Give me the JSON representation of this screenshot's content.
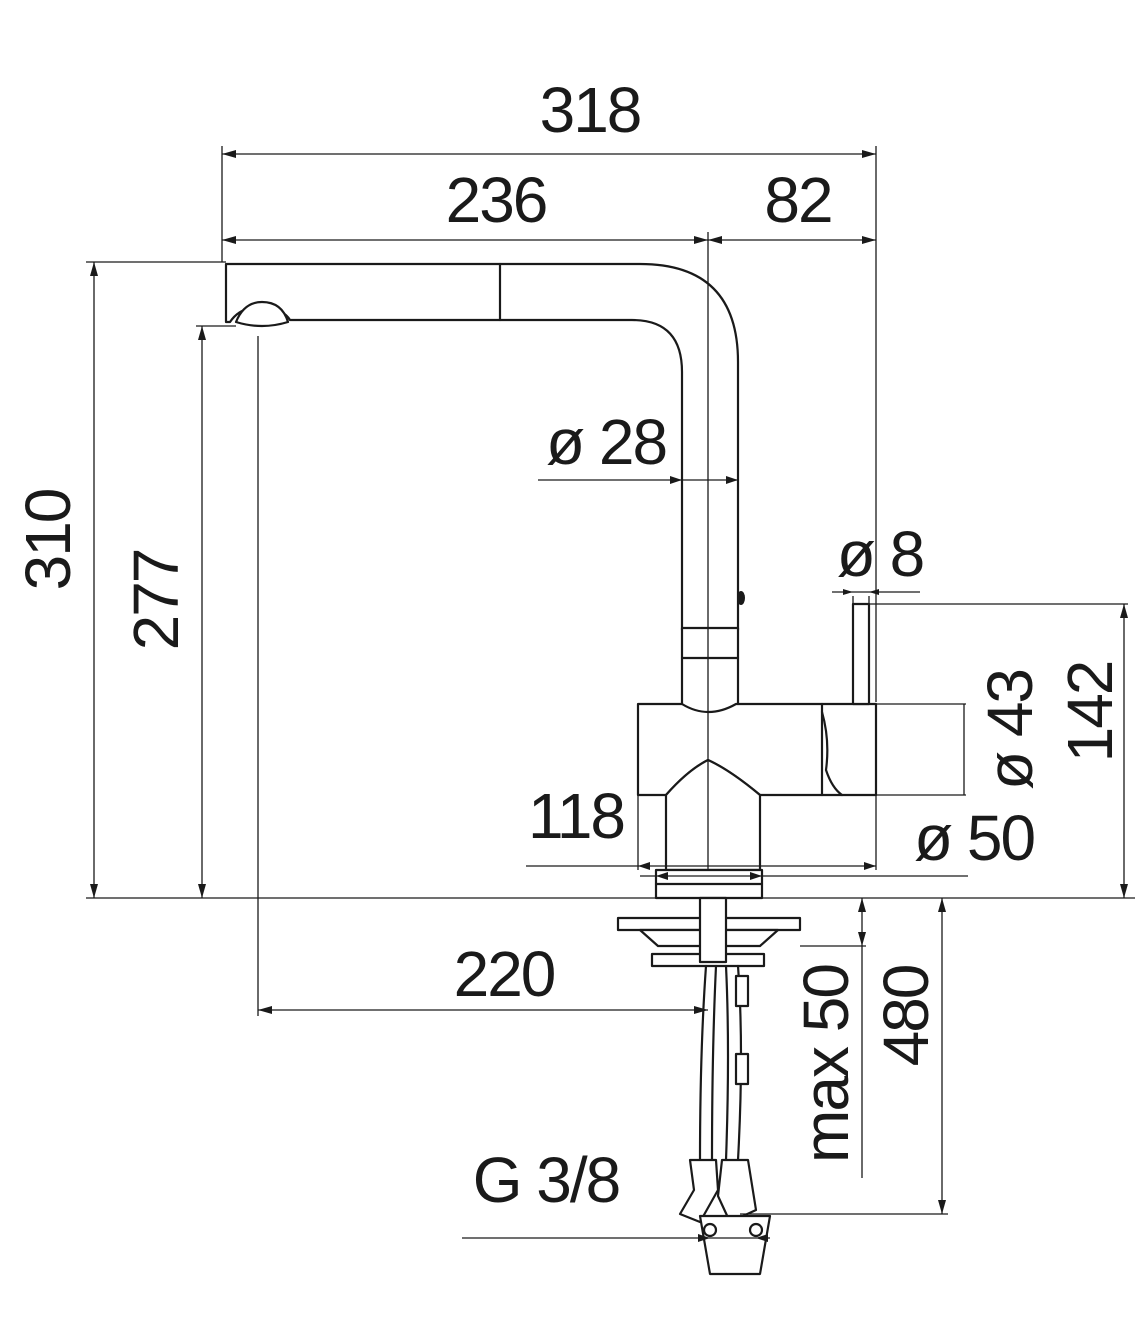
{
  "dimensions": {
    "overall_width": "318",
    "spout_reach": "236",
    "body_offset": "82",
    "tube_diameter": "ø 28",
    "lever_diameter": "ø 8",
    "total_height": "310",
    "outlet_height": "277",
    "lever_height": "142",
    "body_diameter": "ø 43",
    "base_diameter": "ø 50",
    "base_width": "118",
    "hole_distance": "220",
    "max_thickness": "max 50",
    "hose_length": "480",
    "connection": "G 3/8"
  },
  "colors": {
    "line": "#1a1a1a",
    "background": "#ffffff"
  }
}
